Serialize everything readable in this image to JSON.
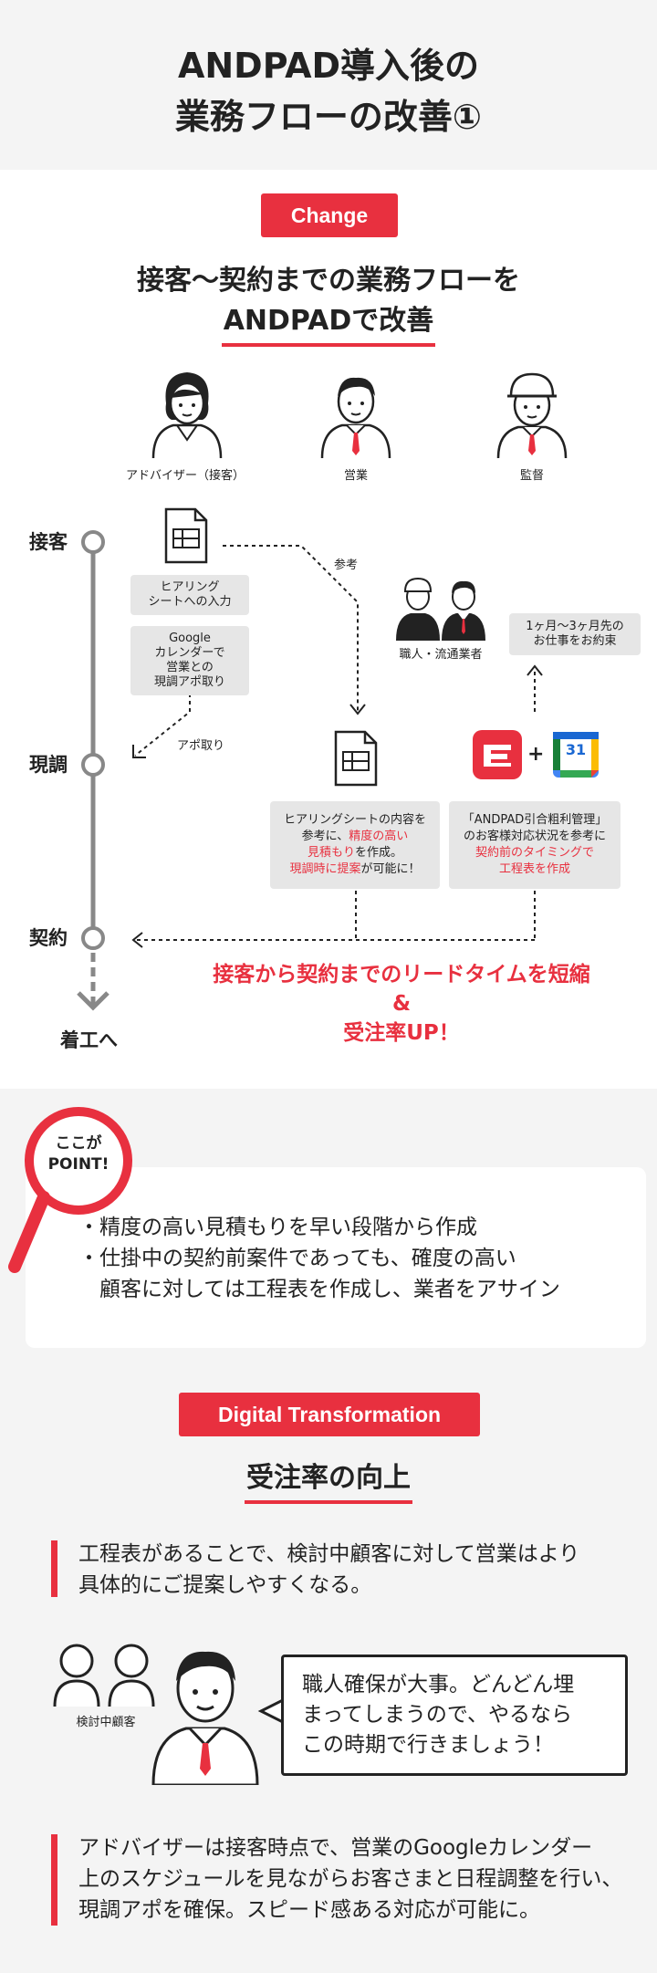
{
  "header": {
    "title_line1": "ANDPAD導入後の",
    "title_line2": "業務フローの改善①"
  },
  "change": {
    "tag": "Change",
    "heading_line1": "接客〜契約までの業務フローを",
    "heading_line2": "ANDPADで改善",
    "roles": [
      "アドバイザー（接客）",
      "営業",
      "監督"
    ],
    "stages": [
      "接客",
      "現調",
      "契約",
      "着工へ"
    ],
    "boxes": {
      "hearing": [
        "ヒアリング",
        "シートへの入力"
      ],
      "google": [
        "Google",
        "カレンダーで",
        "営業との",
        "現調アポ取り"
      ],
      "craftsman": "職人・流通業者",
      "promise": [
        "1ヶ月〜3ヶ月先の",
        "お仕事をお約束"
      ],
      "sales_box": {
        "l1": "ヒアリングシートの内容を",
        "l2a": "参考に、",
        "l2b": "精度の高い",
        "l3a": "見積もり",
        "l3b": "を作成。",
        "l4a": "現調時に提案",
        "l4b": "が可能に！"
      },
      "supervisor_box": {
        "l1": "「ANDPAD引合粗利管理」",
        "l2": "のお客様対応状況を参考に",
        "l3": "契約前のタイミングで",
        "l4": "工程表を作成"
      }
    },
    "arrow_labels": {
      "ref": "参考",
      "appt": "アポ取り"
    },
    "calendar_number": "31",
    "plus": "+",
    "conclusion": [
      "接客から契約までのリードタイムを短縮",
      "&",
      "受注率UP！"
    ]
  },
  "point": {
    "badge": [
      "ここが",
      "POINT!"
    ],
    "items": [
      "・精度の高い見積もりを早い段階から作成",
      "・仕掛中の契約前案件であっても、確度の高い",
      "　顧客に対しては工程表を作成し、業者をアサイン"
    ]
  },
  "dx": {
    "tag": "Digital Transformation",
    "heading": "受注率の向上",
    "lead1": [
      "工程表があることで、検討中顧客に対して営業はより",
      "具体的にご提案しやすくなる。"
    ],
    "customer_label": "検討中顧客",
    "bubble": [
      "職人確保が大事。どんどん埋",
      "まってしまうので、やるなら",
      "この時期で行きましょう！"
    ],
    "lead2": [
      "アドバイザーは接客時点で、営業のGoogleカレンダー",
      "上のスケジュールを見ながらお客さまと日程調整を行い、",
      "現調アポを確保。スピード感ある対応が可能に。"
    ]
  },
  "colors": {
    "accent": "#e8303f",
    "line": "#888888",
    "box": "#e6e6e6"
  }
}
